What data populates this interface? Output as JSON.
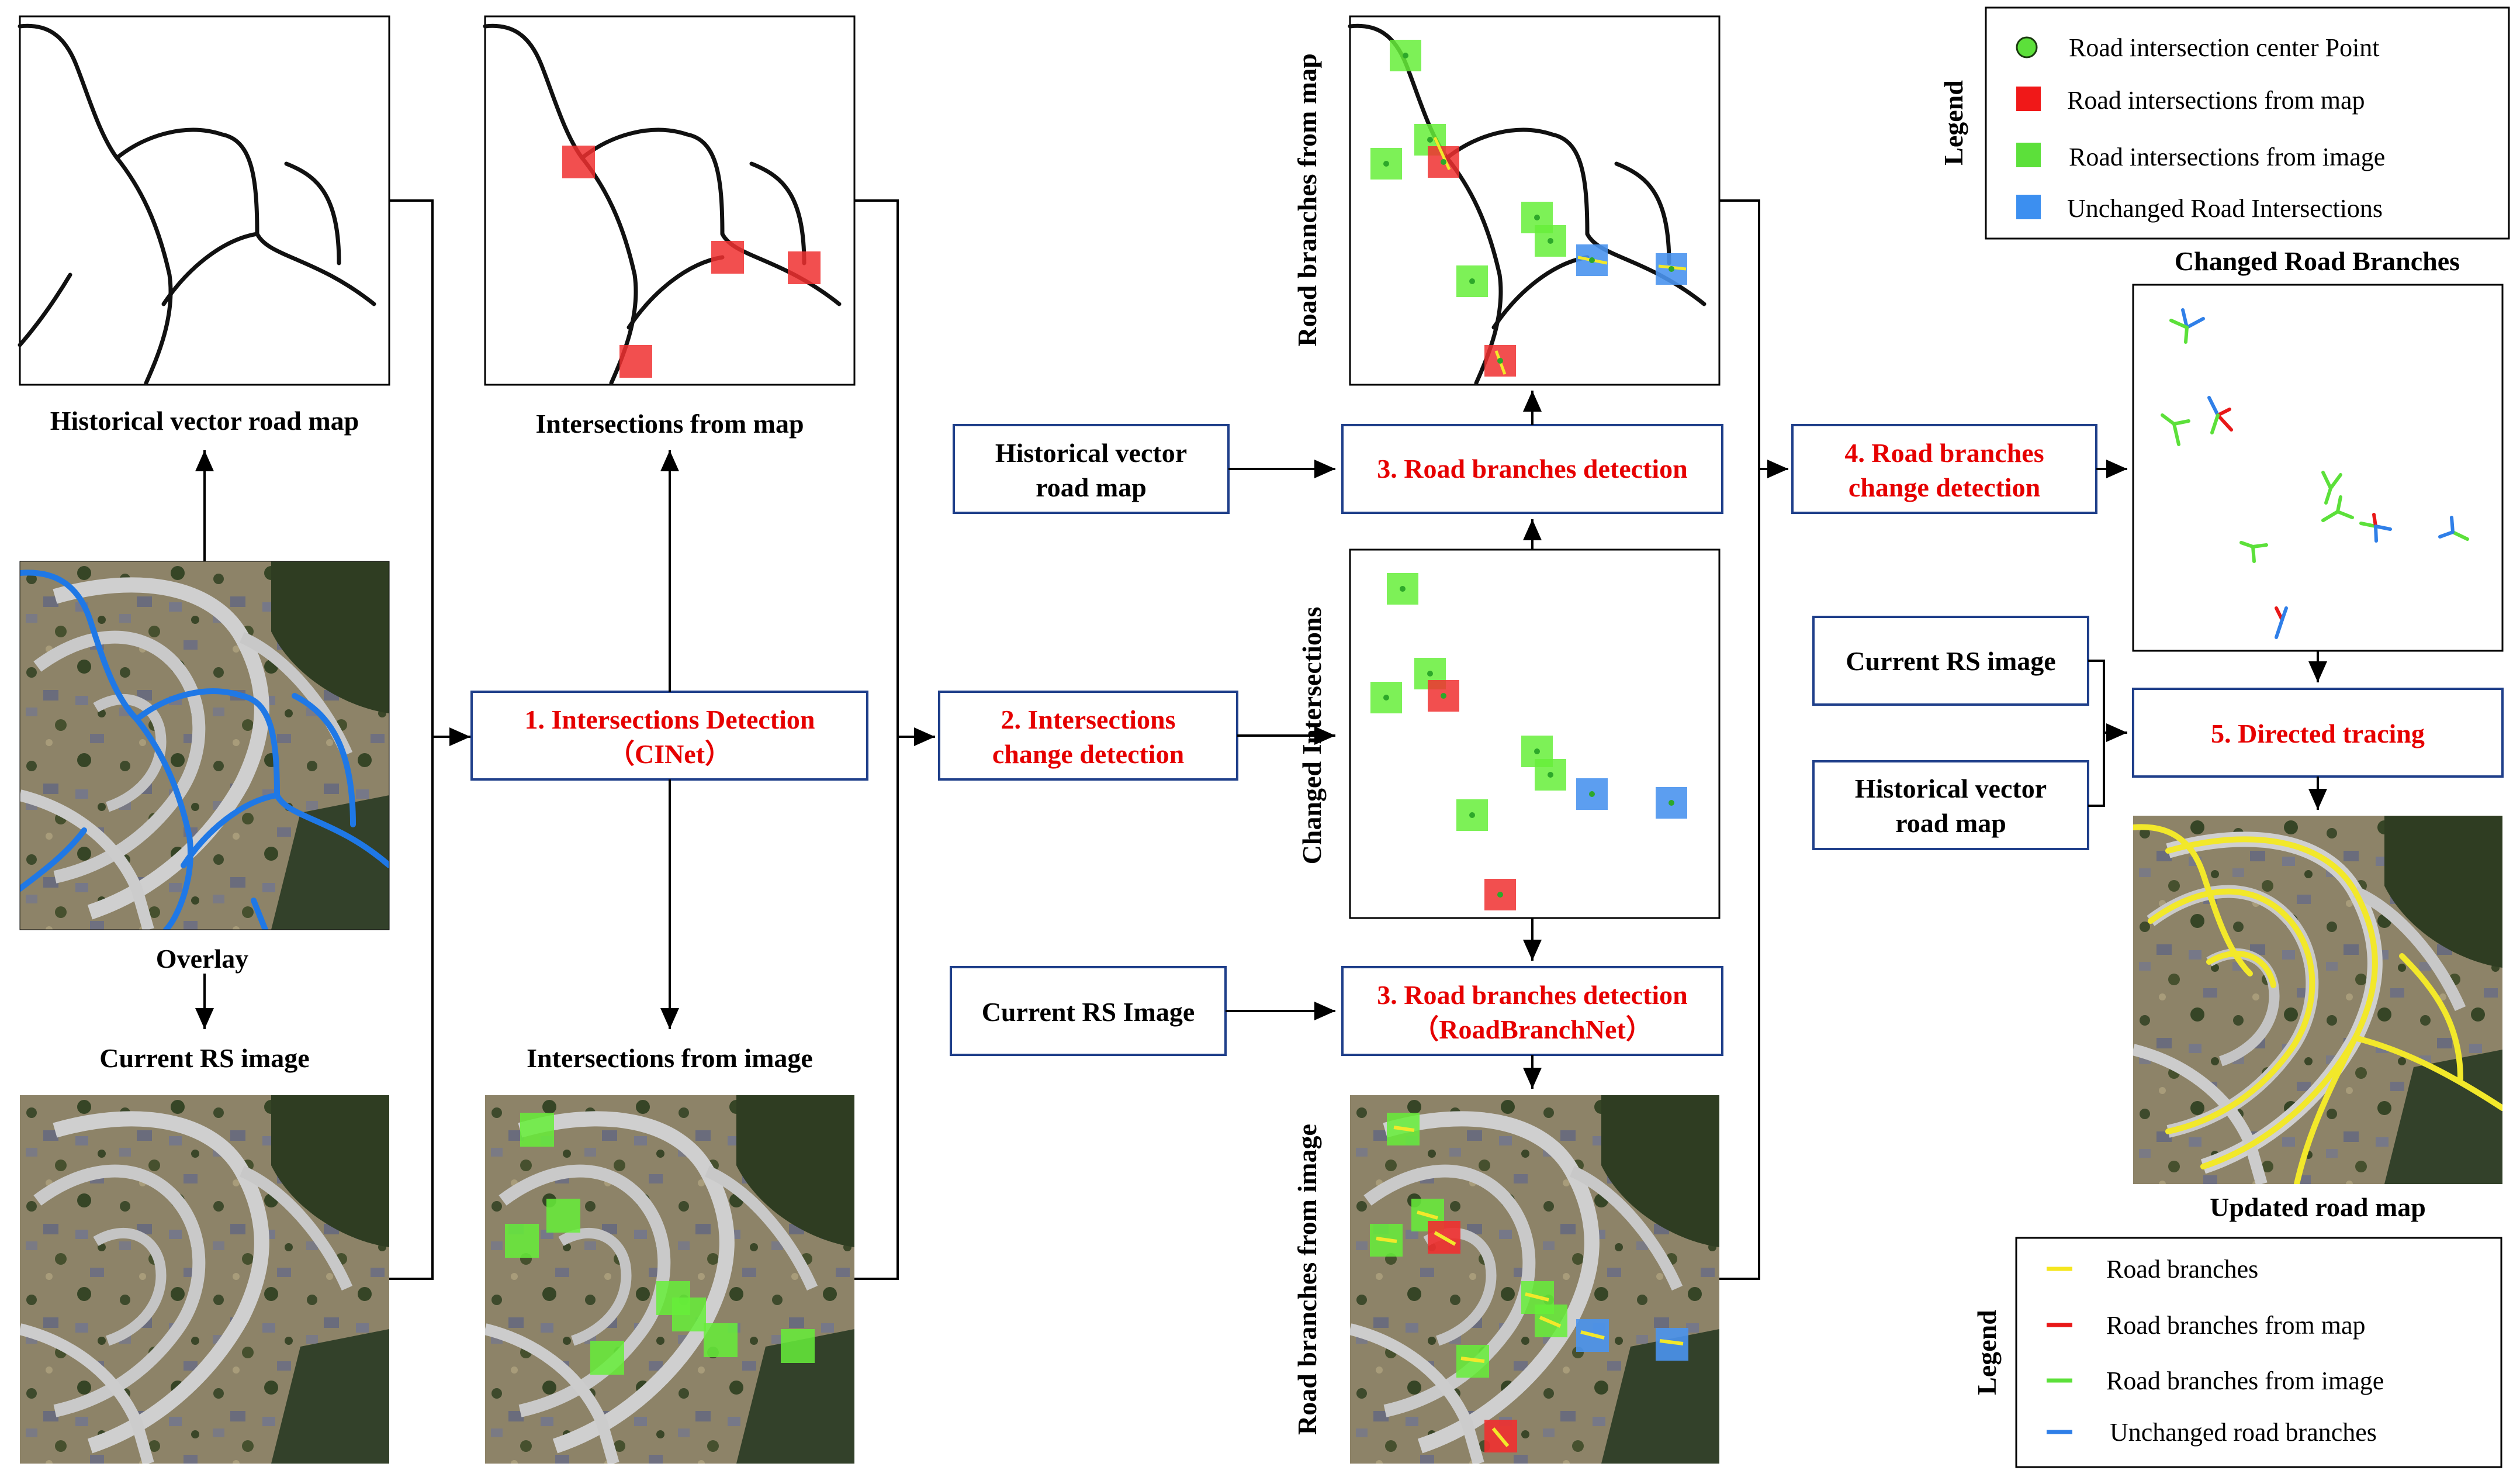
{
  "labels": {
    "historical_vector_road_map": "Historical vector road map",
    "intersections_from_map": "Intersections from map",
    "overlay": "Overlay",
    "current_rs_image": "Current RS image",
    "intersections_from_image": "Intersections from image",
    "road_branches_from_map": "Road branches from map",
    "changed_intersections": "Changed Intersections",
    "road_branches_from_image": "Road branches from image",
    "changed_road_branches": "Changed Road Branches",
    "updated_road_map": "Updated road map"
  },
  "steps": {
    "step1_line1": "1.    Intersections Detection",
    "step1_line2": "（CINet）",
    "step2_line1": "2. Intersections",
    "step2_line2": "change detection",
    "step3a": "3. Road branches detection",
    "step3b_line1": "3. Road branches detection",
    "step3b_line2": "（RoadBranchNet）",
    "step4_line1": "4. Road branches",
    "step4_line2": "change detection",
    "step5": "5. Directed tracing"
  },
  "inputs": {
    "historical_vector_line1": "Historical vector",
    "historical_vector_line2": "road map",
    "current_rs_image_a": "Current RS Image",
    "current_rs_image_b": "Current RS image",
    "historical_vector2_line1": "Historical vector",
    "historical_vector2_line2": "road map"
  },
  "legend1": {
    "title": "Legend",
    "items": [
      {
        "label": "Road intersection center Point",
        "color": "#5ce03a",
        "shape": "circle-dot"
      },
      {
        "label": "Road intersections from map",
        "color": "#f01818",
        "shape": "square"
      },
      {
        "label": "Road intersections from image",
        "color": "#5ce03a",
        "shape": "square"
      },
      {
        "label": "Unchanged Road Intersections",
        "color": "#3c8ff0",
        "shape": "square"
      }
    ]
  },
  "legend2": {
    "title": "Legend",
    "items": [
      {
        "label": "Road branches",
        "color": "#f5e61e"
      },
      {
        "label": "Road branches from map",
        "color": "#e81818"
      },
      {
        "label": "Road branches from image",
        "color": "#5ce03a"
      },
      {
        "label": "Unchanged road branches",
        "color": "#2f7fe8"
      }
    ]
  },
  "colors": {
    "step_text": "#e60000",
    "box_border": "#1f3f8a",
    "map_red": "#f04848",
    "image_green": "#66ee3a",
    "unchanged_blue": "#4a94ee",
    "road_blue": "#1f78e6",
    "road_yellow": "#f2e82a",
    "satellite_bg": "#8d8368"
  }
}
